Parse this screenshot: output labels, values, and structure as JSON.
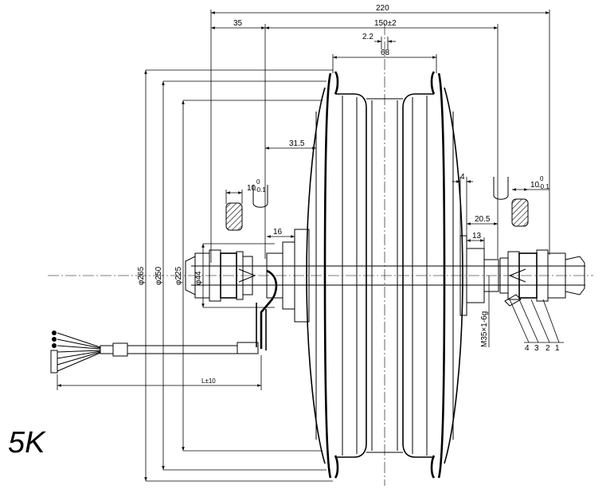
{
  "dimensions": {
    "overall_width": "220",
    "flange_to_flange": "150±2",
    "shaft_offset": "35",
    "center_offset": "2.2",
    "rim_width": "68",
    "hub_offset": "31.5",
    "spline_width_left": "10",
    "spline_tol_top_left": "0",
    "spline_tol_bot_left": "-0.1",
    "spline_width_right": "10",
    "spline_tol_top_right": "0",
    "spline_tol_bot_right": "-0.1",
    "shoulder_left": "16",
    "lip_right": "4",
    "shoulder_right_a": "20.5",
    "shoulder_right_b": "13",
    "dia_265": "φ265",
    "dia_250": "φ250",
    "dia_225": "φ225",
    "dia_44": "φ44",
    "thread": "M35×1-6g",
    "cable_length": "L±10"
  },
  "part_labels": [
    "4",
    "3",
    "2",
    "1"
  ],
  "brand_mark": "5K",
  "colors": {
    "line": "#000000",
    "mark": "#1446c8",
    "background": "#ffffff"
  }
}
